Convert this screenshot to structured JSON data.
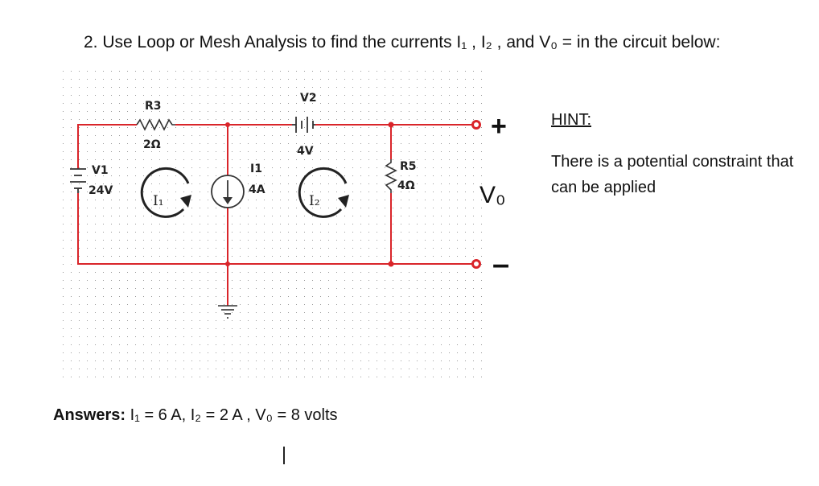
{
  "question": "2.  Use Loop or Mesh Analysis to find the currents I₁ ,  I₂ , and V₀ =  in the circuit below:",
  "circuit": {
    "wire_color": "#d9252a",
    "labels": {
      "r3_name": "R3",
      "r3_value": "2Ω",
      "v2_name": "V2",
      "v2_value": "4V",
      "v1_name": "V1",
      "v1_value": "24V",
      "i1_name": "I1",
      "i1_value": "4A",
      "r5_name": "R5",
      "r5_value": "4Ω",
      "mesh1": "I₁",
      "mesh2": "I₂",
      "vo": "V₀",
      "plus": "+",
      "minus": "–"
    }
  },
  "hint": {
    "title": "HINT:",
    "text": "There is a potential constraint that can be applied"
  },
  "answers": {
    "label": "Answers:",
    "text": " I₁ = 6 A,  I₂ = 2 A ,  V₀ = 8 volts"
  }
}
